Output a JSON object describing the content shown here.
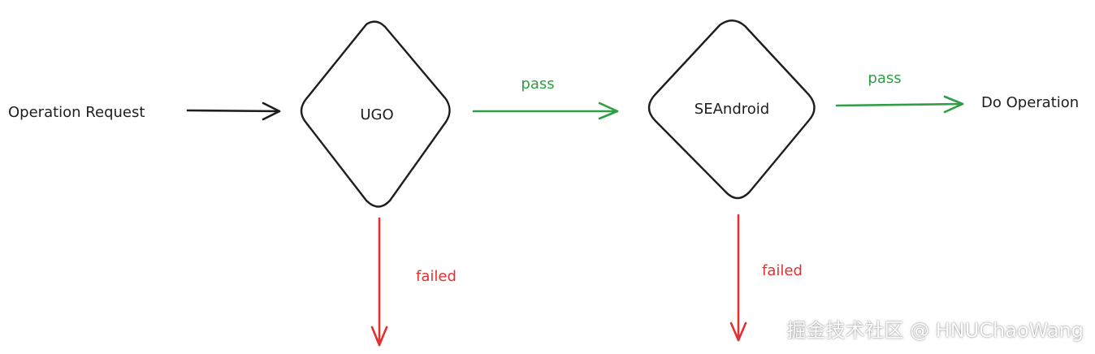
{
  "nodes": {
    "request": "Operation Request",
    "ugo": "UGO",
    "seandroid": "SEAndroid",
    "do_operation": "Do Operation"
  },
  "edges": {
    "ugo_pass": "pass",
    "seandroid_pass": "pass",
    "ugo_failed": "failed",
    "seandroid_failed": "failed"
  },
  "watermark": "掘金技术社区 @ HNUChaoWang",
  "colors": {
    "stroke": "#1e1e1e",
    "pass": "#2f9e44",
    "failed": "#e03131"
  }
}
